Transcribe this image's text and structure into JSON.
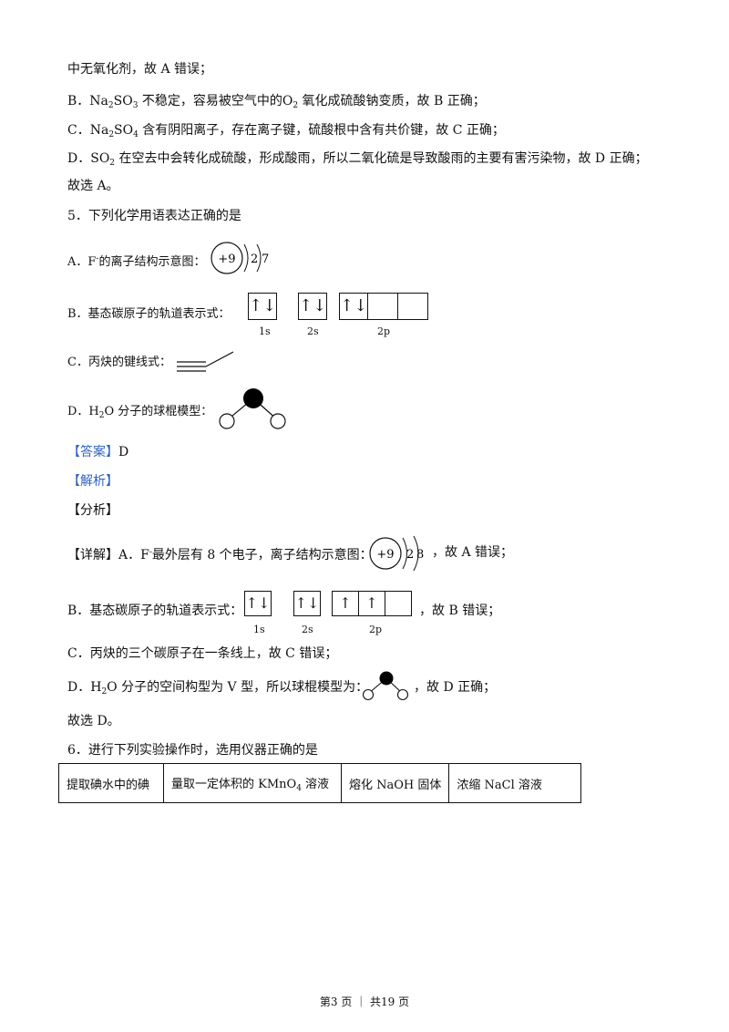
{
  "lines": {
    "l1": "中无氧化剂，故 A 错误；",
    "l2a": "B．Na",
    "l2b": "2",
    "l2c": "SO",
    "l2d": "3",
    "l2e": " 不稳定，容易被空气中的O",
    "l2f": "2",
    "l2g": " 氧化成硫酸钠变质，故 B 正确；",
    "l3a": "C．Na",
    "l3b": "2",
    "l3c": "SO",
    "l3d": "4",
    "l3e": " 含有阴阳离子，存在离子键，硫酸根中含有共价键，故 C 正确；",
    "l4a": "D．SO",
    "l4b": "2",
    "l4c": " 在空去中会转化成硫酸，形成酸雨，所以二氧化硫是导致酸雨的主要有害污染物，故 D 正确；",
    "l5": "故选 A。"
  },
  "q5": {
    "stem": "5．下列化学用语表达正确的是",
    "optA_pre": "A．F",
    "optA_sup": "-",
    "optA_post": "的离子结构示意图：",
    "optA_nucleus": "+9",
    "optA_shell1": "2",
    "optA_shell2": "7",
    "optB": "B．基态碳原子的轨道表示式：",
    "optB_1s": "↑↓",
    "optB_2s": "↑↓",
    "optB_2p1": "↑↓",
    "lbl_1s": "1s",
    "lbl_2s": "2s",
    "lbl_2p": "2p",
    "optC": "C．丙炔的键线式：",
    "optD_pre": "D．H",
    "optD_sub": "2",
    "optD_post": "O 分子的球棍模型："
  },
  "answer": {
    "label": "【答案】",
    "value": "D",
    "analysis": "【解析】",
    "fenxi": "【分析】"
  },
  "detail": {
    "a_pre": "【详解】A．F",
    "a_sup": "-",
    "a_mid": "最外层有 8 个电子，离子结构示意图：",
    "a_nucleus": "+9",
    "a_shell1": "2",
    "a_shell2": "8",
    "a_post": "，故 A 错误；",
    "b_pre": "B．基态碳原子的轨道表示式：",
    "b_1s": "↑↓",
    "b_2s": "↑↓",
    "b_2p1": "↑",
    "b_2p2": "↑",
    "b_post": "，故 B 错误；",
    "c": "C．丙炔的三个碳原子在一条线上，故 C 错误；",
    "d_pre": "D．H",
    "d_sub": "2",
    "d_mid": "O 分子的空间构型为 V 型，所以球棍模型为：",
    "d_post": "，故 D 正确；",
    "conclusion": "故选 D。"
  },
  "q6": {
    "stem": "6．进行下列实验操作时，选用仪器正确的是",
    "c1": "提取碘水中的碘",
    "c2a": "量取一定体积的 KMnO",
    "c2b": "4",
    "c2c": " 溶液",
    "c3": "熔化 NaOH 固体",
    "c4": "浓缩 NaCl 溶液"
  },
  "footer": "第3 页 ｜ 共19 页"
}
